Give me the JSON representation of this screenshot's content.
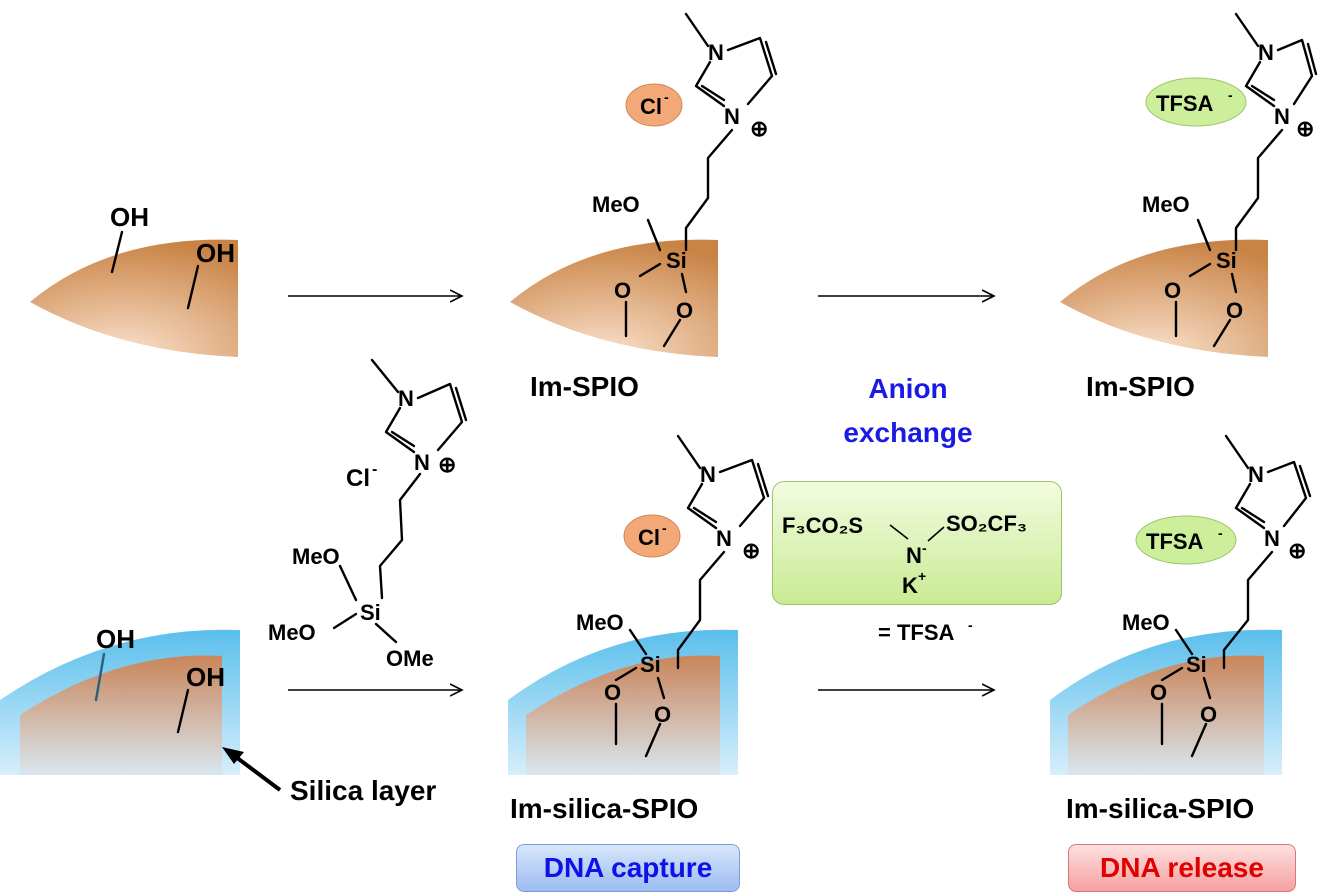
{
  "colors": {
    "core_light": "#fbe3cf",
    "core_dark": "#c98345",
    "silica": "#6ec7ee",
    "cl_badge": "#f3a877",
    "tfsa_badge": "#cdef9b",
    "anion_exchange_text": "#1a1ae6",
    "capture_text": "#1010e8",
    "release_text": "#e00000"
  },
  "surface_groups": {
    "hydroxyl": "OH"
  },
  "atoms": {
    "nitrogen": "N",
    "methoxy_left": "MeO",
    "methoxy_right": "OMe",
    "silicon": "Si",
    "oxygen": "O",
    "plus_symbol": "⊕"
  },
  "ions": {
    "chloride": "Cl",
    "tfsa": "TFSA",
    "minus": "-"
  },
  "products": {
    "top_product": "Im-SPIO",
    "bottom_product": "Im-silica-SPIO"
  },
  "labels": {
    "silica_layer": "Silica layer",
    "anion_exchange_line1": "Anion",
    "anion_exchange_line2": "exchange",
    "tfsa_definition": "= TFSA",
    "dna_capture": "DNA capture",
    "dna_release": "DNA release"
  },
  "reagent": {
    "left_group": "F₃CO₂S",
    "center_atom": "N",
    "right_group": "SO₂CF₃",
    "counter_ion": "K",
    "counter_ion_charge": "+"
  }
}
